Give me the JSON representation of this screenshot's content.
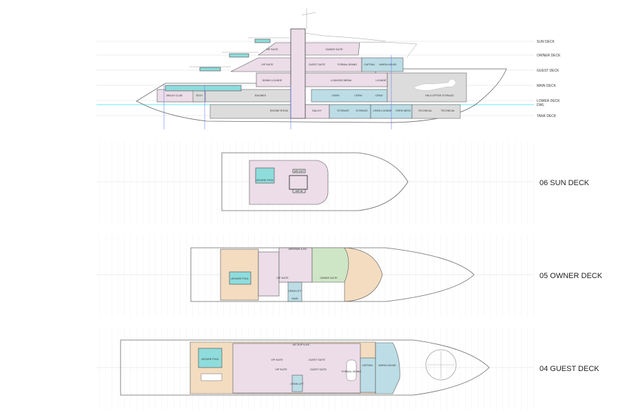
{
  "profile": {
    "deck_levels": [
      {
        "name": "SUN DECK"
      },
      {
        "name": "OWNER DECK"
      },
      {
        "name": "GUEST DECK"
      },
      {
        "name": "MAIN DECK"
      },
      {
        "name": "LOWER DECK"
      },
      {
        "name": "DWL"
      },
      {
        "name": "TANK DECK"
      }
    ],
    "owner_deck_rooms": [
      "VIP SUITE",
      "OWNER SUITE"
    ],
    "guest_deck_rooms": [
      "VIP SUITE",
      "GUEST SUITE",
      "FORMAL DINING",
      "CAPTAIN",
      "WHEELHOUSE"
    ],
    "main_deck_rooms": [
      "DINING LOUNGE",
      "LOUNGE/CINEMA",
      "LOUNGE"
    ],
    "lower_deck_rooms": [
      "BEACH CLUB",
      "TECH",
      "ENGINES",
      "CREW",
      "CREW",
      "CREW",
      "HELICOPTER STORAGE"
    ],
    "tank_deck_rooms": [
      "ENGINE ROOM",
      "GALLEY",
      "STORAGE",
      "STORAGE",
      "CREW LOUNGE",
      "CREW MESS",
      "TECHNICAL",
      "TECHNICAL"
    ]
  },
  "plans": [
    {
      "title": "06 SUN DECK",
      "labels": [
        "LEISURE POOL",
        "AIR-OUT",
        "AIR-IN"
      ]
    },
    {
      "title": "05 OWNER DECK",
      "labels": [
        "LEISURE POOL",
        "VIP SUITE",
        "OWNER SUITE",
        "AIRDRAW & A/C",
        "CREW LIFT",
        "MAIN"
      ]
    },
    {
      "title": "04 GUEST DECK",
      "labels": [
        "LEISURE POOL",
        "VIP SUITE",
        "VIP SUITE",
        "GUEST SUITE",
        "GUEST SUITE",
        "FORMAL DINING",
        "CAPTAIN",
        "WHEELHOUSE",
        "A/C DUP & A/C",
        "CREW LIFT"
      ]
    }
  ],
  "colors": {
    "waterline": "#33e0f0",
    "guest_zone": "#ecdde8",
    "crew_zone": "#bcdde6",
    "owner_zone": "#cfe6c6",
    "exterior_zone": "#f3dcc0",
    "pool": "#8fdcdc"
  }
}
